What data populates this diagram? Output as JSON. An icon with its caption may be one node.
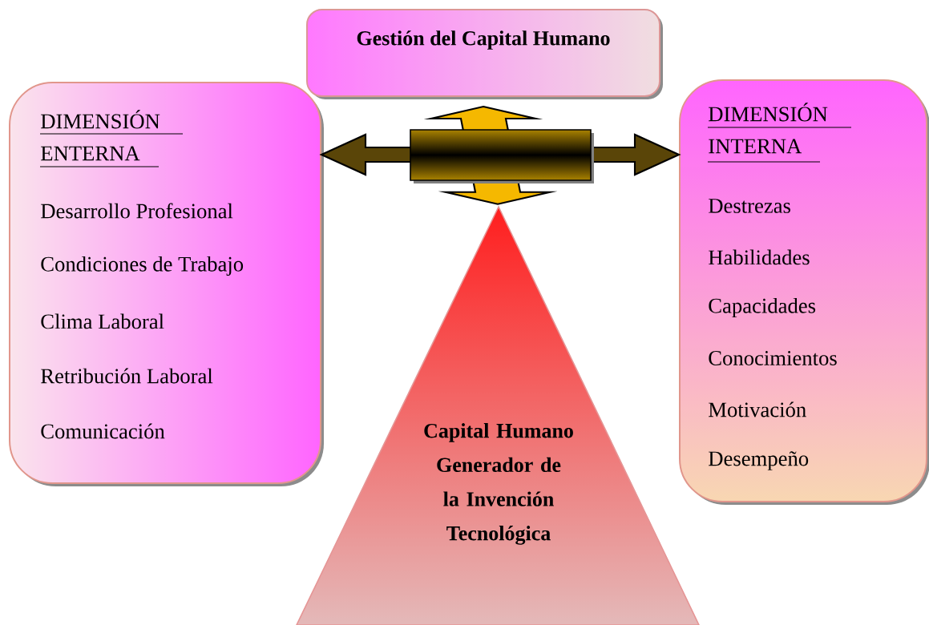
{
  "diagram": {
    "nodes": [
      {
        "text": [
          "Gestión del Capital Humano"
        ]
      },
      {
        "text": [
          "DIMENSIÓN ENTERNA",
          "Desarrollo Profesional",
          "Condiciones de Trabajo",
          "Clima Laboral",
          "Retribución Laboral",
          "Comunicación"
        ]
      },
      {
        "text": [
          "DIMENSIÓN INTERNA",
          "Destrezas",
          "Habilidades",
          "Capacidades",
          "Conocimientos",
          "Motivación",
          "Desempeño"
        ]
      },
      {
        "text": [
          "Capital Humano Generador de la Invención Tecnológica"
        ]
      }
    ],
    "edges": [
      {
        "from": 1,
        "to": 2,
        "arrow": "both",
        "style": "thick",
        "color": "#5a4508"
      },
      {
        "from": 0,
        "to": 3,
        "arrow": "both",
        "style": "thick",
        "color": "#f5b800"
      }
    ]
  }
}
